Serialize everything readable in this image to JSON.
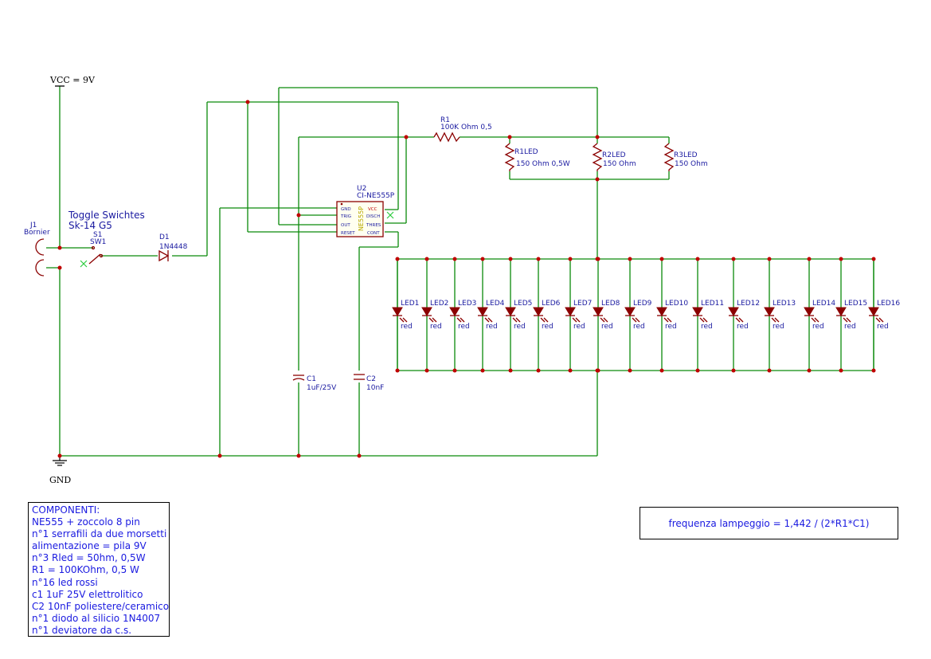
{
  "power": {
    "vcc_label": "VCC = 9V",
    "gnd_label": "GND"
  },
  "connector": {
    "ref": "J1",
    "value": "Bornier"
  },
  "switch": {
    "note_line1": "Toggle Swichtes",
    "note_line2": "Sk-14 G5",
    "ref": "S1",
    "value": "SW1"
  },
  "diode": {
    "ref": "D1",
    "value": "1N4448"
  },
  "ic": {
    "ref": "U2",
    "value": "CI-NE555P",
    "body_label": "NE555P",
    "pins_left": [
      "GND",
      "TRIG",
      "OUT",
      "RESET"
    ],
    "pins_right": [
      "VCC",
      "DISCH",
      "THRES",
      "CONT"
    ]
  },
  "resistors": [
    {
      "ref": "R1",
      "value": "100K Ohm 0,5"
    },
    {
      "ref": "R1LED",
      "value": "150 Ohm 0,5W"
    },
    {
      "ref": "R2LED",
      "value": "150 Ohm"
    },
    {
      "ref": "R3LED",
      "value": "150 Ohm"
    }
  ],
  "capacitors": [
    {
      "ref": "C1",
      "value": "1uF/25V"
    },
    {
      "ref": "C2",
      "value": "10nF"
    }
  ],
  "leds": {
    "color_label": "red",
    "refs": [
      "LED1",
      "LED2",
      "LED3",
      "LED4",
      "LED5",
      "LED6",
      "LED7",
      "LED8",
      "LED9",
      "LED10",
      "LED11",
      "LED12",
      "LED13",
      "LED14",
      "LED15",
      "LED16"
    ]
  },
  "components_list": [
    "COMPONENTI:",
    "NE555 + zoccolo 8 pin",
    "n°1 serrafili da due morsetti",
    "alimentazione = pila 9V",
    "n°3 Rled = 50hm, 0,5W",
    "R1 = 100KOhm, 0,5 W",
    "n°16 led rossi",
    "c1 1uF 25V elettrolitico",
    "C2 10nF poliestere/ceramico",
    "n°1 diodo al silicio 1N4007",
    "n°1 deviatore da c.s."
  ],
  "formula": "frequenza lampeggio = 1,442 / (2*R1*C1)"
}
